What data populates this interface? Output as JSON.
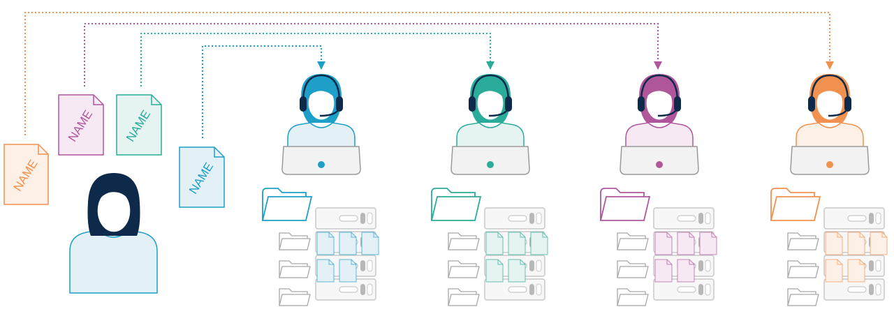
{
  "colors": {
    "orange": "#f0914f",
    "magenta": "#b0579c",
    "teal": "#2bab99",
    "blue": "#1e9fc7",
    "navy": "#0e2a4a",
    "gray": "#c8c8c8",
    "light_blue": "#e3f1f7"
  },
  "documents": [
    {
      "label": "NAME",
      "color": "orange",
      "icon": "document-icon"
    },
    {
      "label": "NAME",
      "color": "magenta",
      "icon": "document-icon"
    },
    {
      "label": "NAME",
      "color": "teal",
      "icon": "document-icon"
    },
    {
      "label": "NAME",
      "color": "blue",
      "icon": "document-icon"
    }
  ],
  "person": {
    "icon": "person-icon"
  },
  "agents": [
    {
      "color": "blue",
      "icon": "support-agent-icon",
      "stored_files_row1": 3,
      "stored_files_row2": 2
    },
    {
      "color": "teal",
      "icon": "support-agent-icon",
      "stored_files_row1": 3,
      "stored_files_row2": 2
    },
    {
      "color": "magenta",
      "icon": "support-agent-icon",
      "stored_files_row1": 3,
      "stored_files_row2": 2
    },
    {
      "color": "orange",
      "icon": "support-agent-icon",
      "stored_files_row1": 3,
      "stored_files_row2": 2
    }
  ]
}
